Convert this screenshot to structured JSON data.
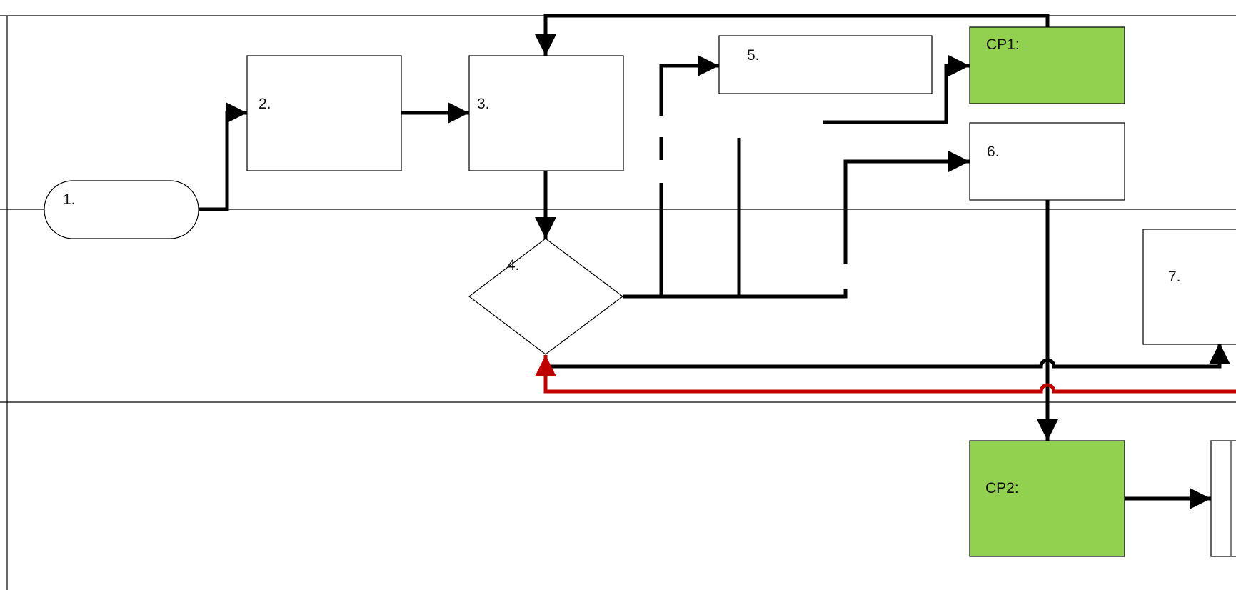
{
  "colors": {
    "checkpoint_fill": "#92d050",
    "feedback_line": "#c00000",
    "line": "#000000"
  },
  "nodes": {
    "step1": "1.",
    "step2": "2.",
    "step3": "3.",
    "step4": "4.",
    "step5": "5.",
    "step6": "6.",
    "step7": "7.",
    "cp1": "CP1:",
    "cp2": "CP2:"
  }
}
